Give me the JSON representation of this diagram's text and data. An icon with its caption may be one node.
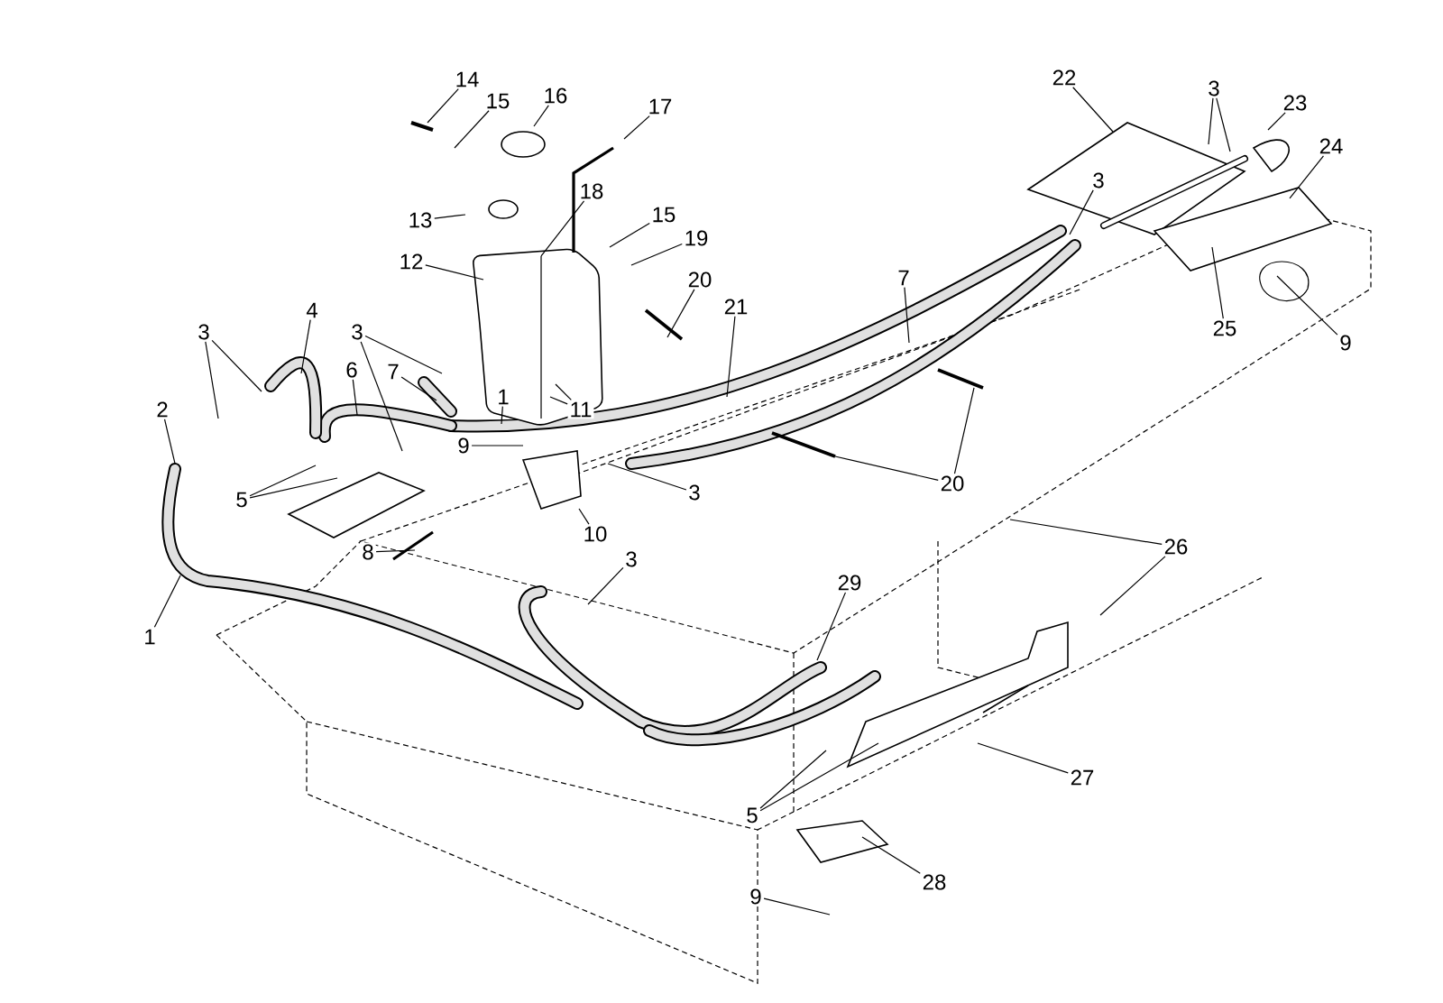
{
  "diagram": {
    "nodes": [
      {
        "text": [
          "14"
        ]
      },
      {
        "text": [
          "15"
        ]
      },
      {
        "text": [
          "16"
        ]
      },
      {
        "text": [
          "17"
        ]
      },
      {
        "text": [
          "22"
        ]
      },
      {
        "text": [
          "3"
        ]
      },
      {
        "text": [
          "23"
        ]
      },
      {
        "text": [
          "24"
        ]
      },
      {
        "text": [
          "3"
        ]
      },
      {
        "text": [
          "18"
        ]
      },
      {
        "text": [
          "15"
        ]
      },
      {
        "text": [
          "13"
        ]
      },
      {
        "text": [
          "19"
        ]
      },
      {
        "text": [
          "12"
        ]
      },
      {
        "text": [
          "7"
        ]
      },
      {
        "text": [
          "20"
        ]
      },
      {
        "text": [
          "21"
        ]
      },
      {
        "text": [
          "4"
        ]
      },
      {
        "text": [
          "25"
        ]
      },
      {
        "text": [
          "3"
        ]
      },
      {
        "text": [
          "3"
        ]
      },
      {
        "text": [
          "9"
        ]
      },
      {
        "text": [
          "6"
        ]
      },
      {
        "text": [
          "7"
        ]
      },
      {
        "text": [
          "1"
        ]
      },
      {
        "text": [
          "2"
        ]
      },
      {
        "text": [
          "11"
        ]
      },
      {
        "text": [
          "9"
        ]
      },
      {
        "text": [
          "20"
        ]
      },
      {
        "text": [
          "3"
        ]
      },
      {
        "text": [
          "5"
        ]
      },
      {
        "text": [
          "10"
        ]
      },
      {
        "text": [
          "26"
        ]
      },
      {
        "text": [
          "8"
        ]
      },
      {
        "text": [
          "3"
        ]
      },
      {
        "text": [
          "29"
        ]
      },
      {
        "text": [
          "1"
        ]
      },
      {
        "text": [
          "27"
        ]
      },
      {
        "text": [
          "5"
        ]
      },
      {
        "text": [
          "28"
        ]
      },
      {
        "text": [
          "9"
        ]
      }
    ],
    "edges": [
      {
        "from": 0,
        "to": null,
        "arrow": "none"
      },
      {
        "from": 1,
        "to": null,
        "arrow": "none"
      },
      {
        "from": 2,
        "to": null,
        "arrow": "none"
      },
      {
        "from": 3,
        "to": null,
        "arrow": "none"
      },
      {
        "from": 4,
        "to": null,
        "arrow": "none"
      },
      {
        "from": 5,
        "to": null,
        "arrow": "none"
      },
      {
        "from": 5,
        "to": null,
        "arrow": "none"
      },
      {
        "from": 6,
        "to": null,
        "arrow": "none"
      },
      {
        "from": 7,
        "to": null,
        "arrow": "none"
      },
      {
        "from": 8,
        "to": null,
        "arrow": "none"
      },
      {
        "from": 9,
        "to": null,
        "arrow": "none"
      },
      {
        "from": 10,
        "to": null,
        "arrow": "none"
      },
      {
        "from": 11,
        "to": null,
        "arrow": "none"
      },
      {
        "from": 12,
        "to": null,
        "arrow": "none"
      },
      {
        "from": 13,
        "to": null,
        "arrow": "none"
      },
      {
        "from": 14,
        "to": null,
        "arrow": "none"
      },
      {
        "from": 15,
        "to": null,
        "arrow": "none"
      },
      {
        "from": 16,
        "to": null,
        "arrow": "none"
      },
      {
        "from": 17,
        "to": null,
        "arrow": "none"
      },
      {
        "from": 18,
        "to": null,
        "arrow": "none"
      },
      {
        "from": 19,
        "to": null,
        "arrow": "none"
      },
      {
        "from": 19,
        "to": null,
        "arrow": "none"
      },
      {
        "from": 20,
        "to": null,
        "arrow": "none"
      },
      {
        "from": 20,
        "to": null,
        "arrow": "none"
      },
      {
        "from": 21,
        "to": null,
        "arrow": "none"
      },
      {
        "from": 22,
        "to": null,
        "arrow": "none"
      },
      {
        "from": 23,
        "to": null,
        "arrow": "none"
      },
      {
        "from": 24,
        "to": null,
        "arrow": "none"
      },
      {
        "from": 25,
        "to": null,
        "arrow": "none"
      },
      {
        "from": 26,
        "to": null,
        "arrow": "none"
      },
      {
        "from": 26,
        "to": null,
        "arrow": "none"
      },
      {
        "from": 27,
        "to": null,
        "arrow": "none"
      },
      {
        "from": 28,
        "to": null,
        "arrow": "none"
      },
      {
        "from": 28,
        "to": null,
        "arrow": "none"
      },
      {
        "from": 29,
        "to": null,
        "arrow": "none"
      },
      {
        "from": 30,
        "to": null,
        "arrow": "none"
      },
      {
        "from": 30,
        "to": null,
        "arrow": "none"
      },
      {
        "from": 31,
        "to": null,
        "arrow": "none"
      },
      {
        "from": 32,
        "to": null,
        "arrow": "none"
      },
      {
        "from": 32,
        "to": null,
        "arrow": "none"
      },
      {
        "from": 33,
        "to": null,
        "arrow": "none"
      },
      {
        "from": 34,
        "to": null,
        "arrow": "none"
      },
      {
        "from": 35,
        "to": null,
        "arrow": "none"
      },
      {
        "from": 36,
        "to": null,
        "arrow": "none"
      },
      {
        "from": 37,
        "to": null,
        "arrow": "none"
      },
      {
        "from": 38,
        "to": null,
        "arrow": "none"
      },
      {
        "from": 38,
        "to": null,
        "arrow": "none"
      },
      {
        "from": 39,
        "to": null,
        "arrow": "none"
      },
      {
        "from": 40,
        "to": null,
        "arrow": "none"
      }
    ]
  }
}
